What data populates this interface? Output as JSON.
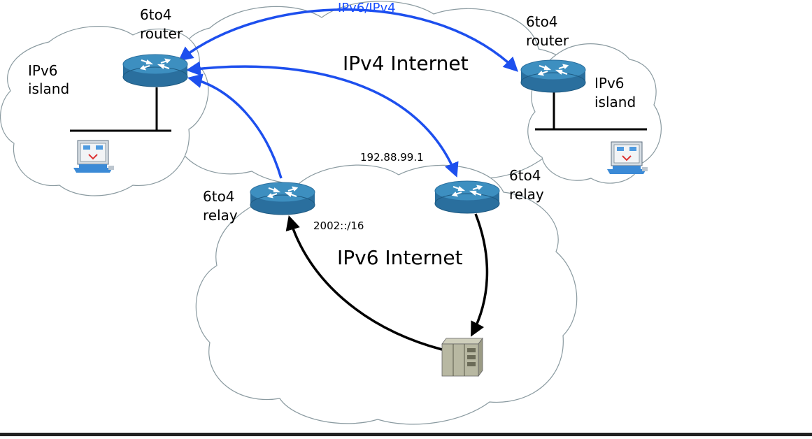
{
  "labels": {
    "top_link": "IPv6/IPv4",
    "ipv4_internet": "IPv4 Internet",
    "ipv6_internet": "IPv6 Internet",
    "left_router_l1": "6to4",
    "left_router_l2": "router",
    "right_router_l1": "6to4",
    "right_router_l2": "router",
    "left_island_l1": "IPv6",
    "left_island_l2": "island",
    "right_island_l1": "IPv6",
    "right_island_l2": "island",
    "left_relay_l1": "6to4",
    "left_relay_l2": "relay",
    "right_relay_l1": "6to4",
    "right_relay_l2": "relay",
    "relay_ipv4_address": "192.88.99.1",
    "relay_ipv6_prefix": "2002::/16"
  },
  "colors": {
    "router_top": "#3d8fc0",
    "router_side": "#2a6f9e",
    "tunnel_arrow": "#1d4fee",
    "native_arrow": "#000000",
    "cloud_stroke": "#8a9aa0"
  },
  "icons": {
    "router": "router-icon",
    "workstation": "workstation-icon",
    "server": "server-icon"
  }
}
